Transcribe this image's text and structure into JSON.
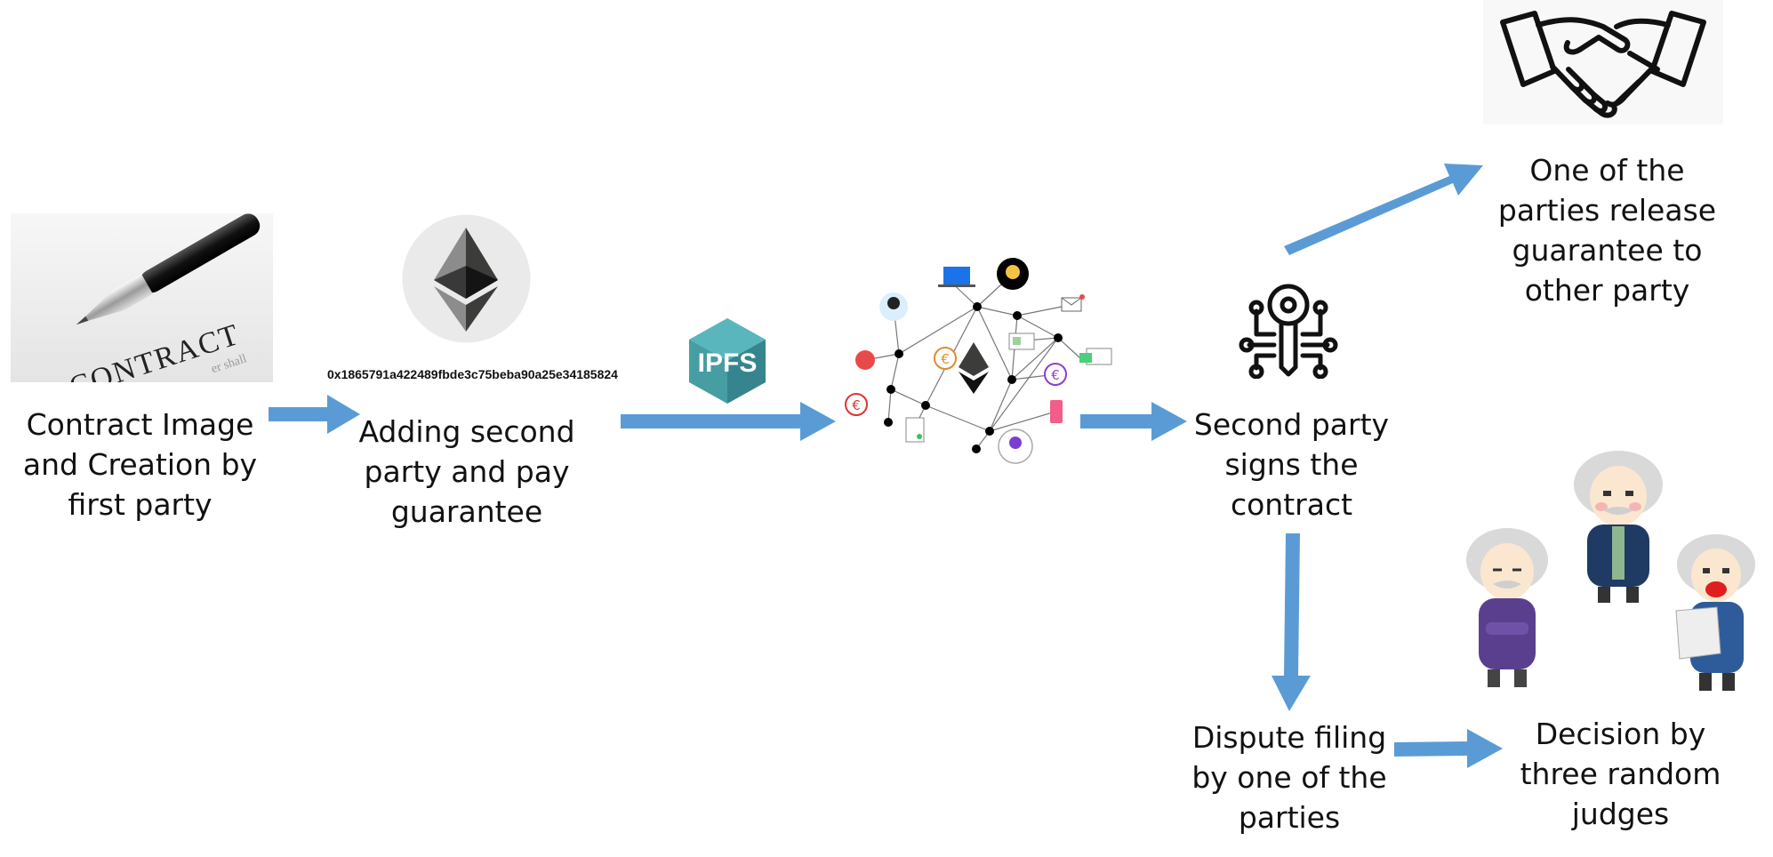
{
  "diagram": {
    "steps": {
      "contract": "Contract Image\nand Creation by\nfirst party",
      "guarantee": "Adding second\nparty and pay\nguarantee",
      "sign": "Second party\nsigns the\ncontract",
      "release": "One of the\nparties release\nguarantee to\nother party",
      "dispute": "Dispute filing\nby one of the\nparties",
      "decision": "Decision by\nthree random\njudges"
    },
    "address": "0x1865791a422489fbde3c75beba90a25e34185824",
    "ipfs_label": "IPFS",
    "contract_word": "CONTRACT",
    "contract_fineprint": "er shall",
    "arrow_color": "#5B9BD5",
    "icons": {
      "contract": "pen-on-contract-image",
      "ethereum": "ethereum-logo",
      "ipfs": "ipfs-cube-logo",
      "network": "blockchain-network-illustration",
      "key": "digital-key-icon",
      "handshake": "handshake-icon",
      "judges": "judges-illustration"
    }
  }
}
